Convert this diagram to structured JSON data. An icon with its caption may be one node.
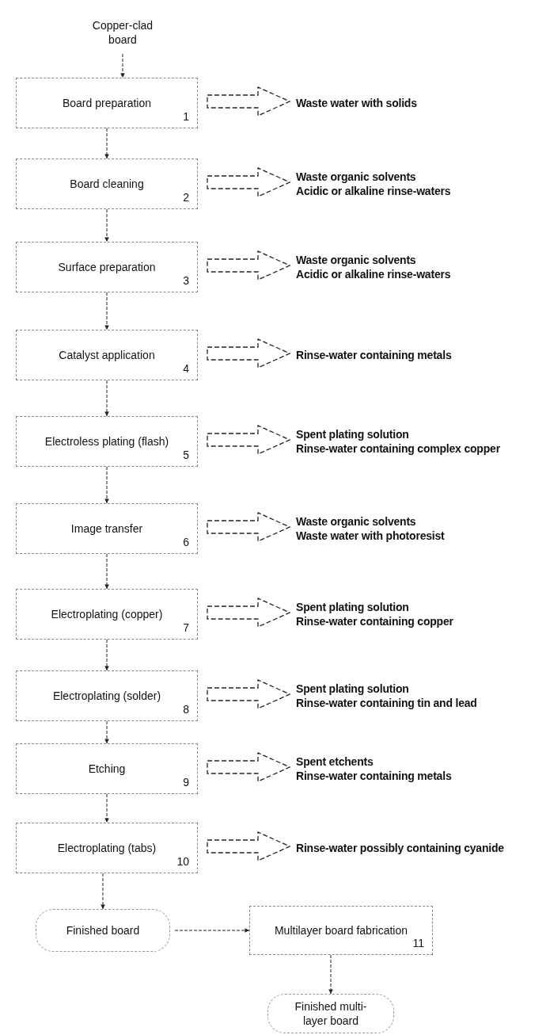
{
  "diagram": {
    "nodes": [
      {
        "text": [
          "Copper-clad board"
        ]
      },
      {
        "text": [
          "Board preparation",
          "1"
        ]
      },
      {
        "text": [
          "Board cleaning",
          "2"
        ]
      },
      {
        "text": [
          "Surface preparation",
          "3"
        ]
      },
      {
        "text": [
          "Catalyst application",
          "4"
        ]
      },
      {
        "text": [
          "Electroless plating (flash)",
          "5"
        ]
      },
      {
        "text": [
          "Image transfer",
          "6"
        ]
      },
      {
        "text": [
          "Electroplating (copper)",
          "7"
        ]
      },
      {
        "text": [
          "Electroplating (solder)",
          "8"
        ]
      },
      {
        "text": [
          "Etching",
          "9"
        ]
      },
      {
        "text": [
          "Electroplating (tabs)",
          "10"
        ]
      },
      {
        "text": [
          "Waste water with solids"
        ]
      },
      {
        "text": [
          "Waste organic solvents",
          "Acidic or alkaline rinse-waters"
        ]
      },
      {
        "text": [
          "Waste organic solvents",
          "Acidic or alkaline rinse-waters"
        ]
      },
      {
        "text": [
          "Rinse-water containing metals"
        ]
      },
      {
        "text": [
          "Spent plating solution",
          "Rinse-water containing complex copper"
        ]
      },
      {
        "text": [
          "Waste organic solvents",
          "Waste water with photoresist"
        ]
      },
      {
        "text": [
          "Spent plating solution",
          "Rinse-water containing copper"
        ]
      },
      {
        "text": [
          "Spent plating solution",
          "Rinse-water containing tin and lead"
        ]
      },
      {
        "text": [
          "Spent etchents",
          "Rinse-water containing metals"
        ]
      },
      {
        "text": [
          "Rinse-water possibly containing cyanide"
        ]
      },
      {
        "text": [
          "Finished board"
        ]
      },
      {
        "text": [
          "Multilayer board fabrication",
          "11"
        ]
      },
      {
        "text": [
          "Finished multi-layer board"
        ]
      }
    ],
    "edges": [
      {
        "from": 0,
        "to": 1,
        "arrow": "to"
      },
      {
        "from": 1,
        "to": 2,
        "arrow": "to"
      },
      {
        "from": 2,
        "to": 3,
        "arrow": "to"
      },
      {
        "from": 3,
        "to": 4,
        "arrow": "to"
      },
      {
        "from": 4,
        "to": 5,
        "arrow": "to"
      },
      {
        "from": 5,
        "to": 6,
        "arrow": "to"
      },
      {
        "from": 6,
        "to": 7,
        "arrow": "to"
      },
      {
        "from": 7,
        "to": 8,
        "arrow": "to"
      },
      {
        "from": 8,
        "to": 9,
        "arrow": "to"
      },
      {
        "from": 9,
        "to": 10,
        "arrow": "to"
      },
      {
        "from": 10,
        "to": 21,
        "arrow": "to"
      },
      {
        "from": 21,
        "to": 22,
        "arrow": "to"
      },
      {
        "from": 22,
        "to": 23,
        "arrow": "to"
      },
      {
        "from": 1,
        "to": 11,
        "arrow": "to",
        "style": "thick"
      },
      {
        "from": 2,
        "to": 12,
        "arrow": "to",
        "style": "thick"
      },
      {
        "from": 3,
        "to": 13,
        "arrow": "to",
        "style": "thick"
      },
      {
        "from": 4,
        "to": 14,
        "arrow": "to",
        "style": "thick"
      },
      {
        "from": 5,
        "to": 15,
        "arrow": "to",
        "style": "thick"
      },
      {
        "from": 6,
        "to": 16,
        "arrow": "to",
        "style": "thick"
      },
      {
        "from": 7,
        "to": 17,
        "arrow": "to",
        "style": "thick"
      },
      {
        "from": 8,
        "to": 18,
        "arrow": "to",
        "style": "thick"
      },
      {
        "from": 9,
        "to": 19,
        "arrow": "to",
        "style": "thick"
      },
      {
        "from": 10,
        "to": 20,
        "arrow": "to",
        "style": "thick"
      }
    ]
  }
}
